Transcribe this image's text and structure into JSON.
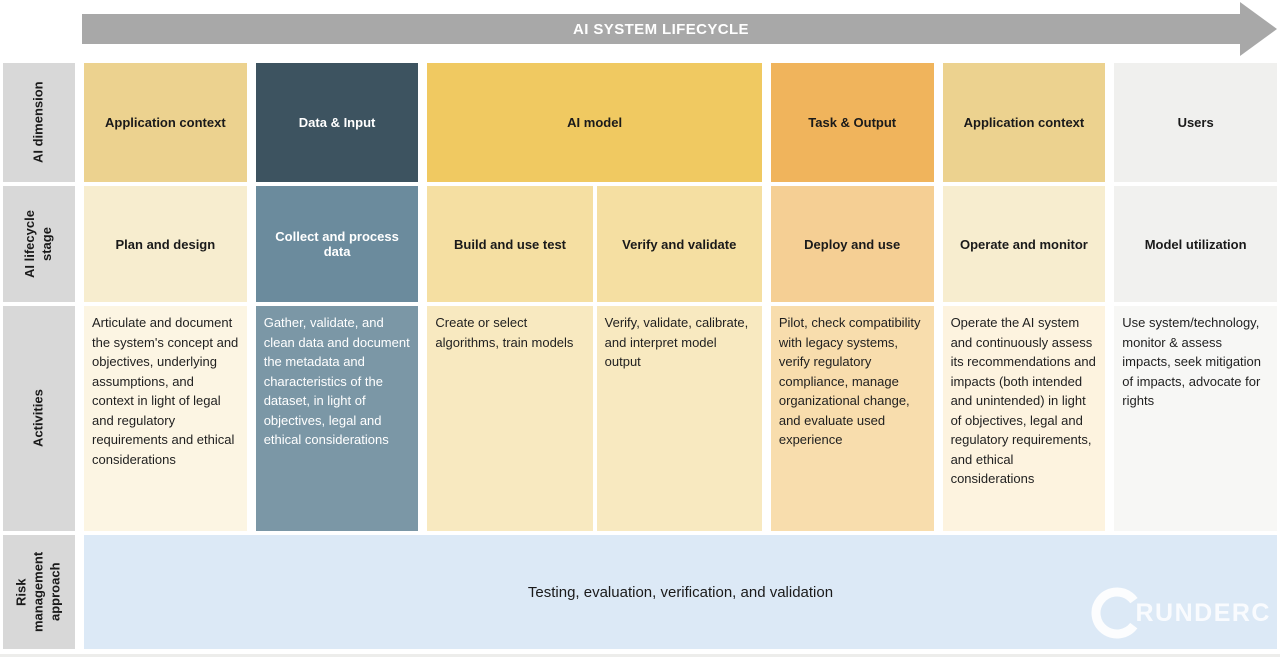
{
  "banner": {
    "title": "AI SYSTEM LIFECYCLE",
    "arrow_color": "#a8a8a8",
    "text_color": "#ffffff"
  },
  "row_headers": [
    {
      "label": "AI dimension",
      "bg": "#d8d8d8"
    },
    {
      "label": "AI lifecycle\nstage",
      "bg": "#d8d8d8"
    },
    {
      "label": "Activities",
      "bg": "#d8d8d8"
    },
    {
      "label": "Risk\nmanagement\napproach",
      "bg": "#d8d8d8"
    }
  ],
  "dimension_row": [
    {
      "label": "Application context",
      "span": 1,
      "bg": "#ecd28f",
      "fg": "#1a1a1a"
    },
    {
      "label": "Data & Input",
      "span": 1,
      "bg": "#3d5360",
      "fg": "#ffffff"
    },
    {
      "label": "AI model",
      "span": 2,
      "bg": "#f0c961",
      "fg": "#1a1a1a"
    },
    {
      "label": "Task & Output",
      "span": 1,
      "bg": "#f0b45c",
      "fg": "#1a1a1a"
    },
    {
      "label": "Application context",
      "span": 1,
      "bg": "#ecd28f",
      "fg": "#1a1a1a"
    },
    {
      "label": "Users",
      "span": 1,
      "bg": "#f0f0ee",
      "fg": "#1a1a1a"
    }
  ],
  "stage_row": [
    {
      "label": "Plan and design",
      "bg": "#f7edcf",
      "fg": "#1a1a1a"
    },
    {
      "label": "Collect and process data",
      "bg": "#6b8b9d",
      "fg": "#ffffff"
    },
    {
      "label": "Build and use test",
      "bg": "#f5dfa2",
      "fg": "#1a1a1a"
    },
    {
      "label": "Verify and validate",
      "bg": "#f5dfa2",
      "fg": "#1a1a1a"
    },
    {
      "label": "Deploy and use",
      "bg": "#f5cf94",
      "fg": "#1a1a1a"
    },
    {
      "label": "Operate and monitor",
      "bg": "#f7edcf",
      "fg": "#1a1a1a"
    },
    {
      "label": "Model utilization",
      "bg": "#f1f1ef",
      "fg": "#1a1a1a"
    }
  ],
  "activities_row": [
    {
      "text": "Articulate and document the system's concept and objectives, underlying assumptions, and context in light of legal and regulatory requirements and ethical considerations",
      "bg": "#fcf5e3",
      "fg": "#1f1f1f"
    },
    {
      "text": "Gather, validate, and clean data and document the metadata and characteristics of the dataset, in light of objectives, legal and ethical considerations",
      "bg": "#7b97a6",
      "fg": "#ffffff"
    },
    {
      "text": "Create or select algorithms, train models",
      "bg": "#f8e9c0",
      "fg": "#1f1f1f"
    },
    {
      "text": "Verify, validate, calibrate, and interpret model output",
      "bg": "#f8e9c0",
      "fg": "#1f1f1f"
    },
    {
      "text": "Pilot, check compatibility with legacy systems, verify regulatory compliance, manage organizational change, and evaluate used experience",
      "bg": "#f8ddad",
      "fg": "#1f1f1f"
    },
    {
      "text": "Operate the AI system and continuously assess its recommendations and impacts (both intended and unintended) in light of objectives, legal and regulatory requirements, and ethical considerations",
      "bg": "#fdf3df",
      "fg": "#1f1f1f"
    },
    {
      "text": "Use system/technology, monitor & assess impacts, seek mitigation of impacts, advocate for rights",
      "bg": "#f7f7f5",
      "fg": "#1f1f1f"
    }
  ],
  "risk_row": {
    "label": "Testing, evaluation, verification, and validation",
    "bg": "#dce9f6",
    "fg": "#1a1a1a"
  },
  "logo": {
    "text": "RUNDERC",
    "icon": "c-ring-icon",
    "color": "#ffffff"
  }
}
